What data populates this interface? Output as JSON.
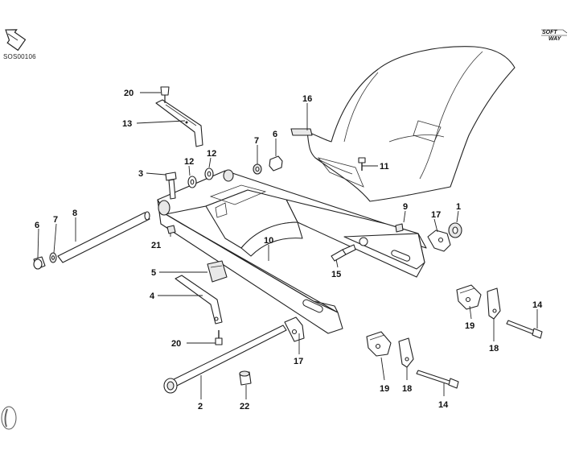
{
  "diagram": {
    "code": "SOS00106",
    "brand_line1": "SOFT",
    "brand_line2": "WAY",
    "callouts": [
      {
        "id": "c20a",
        "number": "20"
      },
      {
        "id": "c13",
        "number": "13"
      },
      {
        "id": "c16",
        "number": "16"
      },
      {
        "id": "c7a",
        "number": "7"
      },
      {
        "id": "c6a",
        "number": "6"
      },
      {
        "id": "c12a",
        "number": "12"
      },
      {
        "id": "c12b",
        "number": "12"
      },
      {
        "id": "c3",
        "number": "3"
      },
      {
        "id": "c11",
        "number": "11"
      },
      {
        "id": "c6b",
        "number": "6"
      },
      {
        "id": "c7b",
        "number": "7"
      },
      {
        "id": "c8",
        "number": "8"
      },
      {
        "id": "c9",
        "number": "9"
      },
      {
        "id": "c17a",
        "number": "17"
      },
      {
        "id": "c1",
        "number": "1"
      },
      {
        "id": "c10",
        "number": "10"
      },
      {
        "id": "c21",
        "number": "21"
      },
      {
        "id": "c5",
        "number": "5"
      },
      {
        "id": "c15",
        "number": "15"
      },
      {
        "id": "c4",
        "number": "4"
      },
      {
        "id": "c14a",
        "number": "14"
      },
      {
        "id": "c19a",
        "number": "19"
      },
      {
        "id": "c18a",
        "number": "18"
      },
      {
        "id": "c20b",
        "number": "20"
      },
      {
        "id": "c17b",
        "number": "17"
      },
      {
        "id": "c19b",
        "number": "19"
      },
      {
        "id": "c18b",
        "number": "18"
      },
      {
        "id": "c14b",
        "number": "14"
      },
      {
        "id": "c2",
        "number": "2"
      },
      {
        "id": "c22",
        "number": "22"
      }
    ]
  }
}
